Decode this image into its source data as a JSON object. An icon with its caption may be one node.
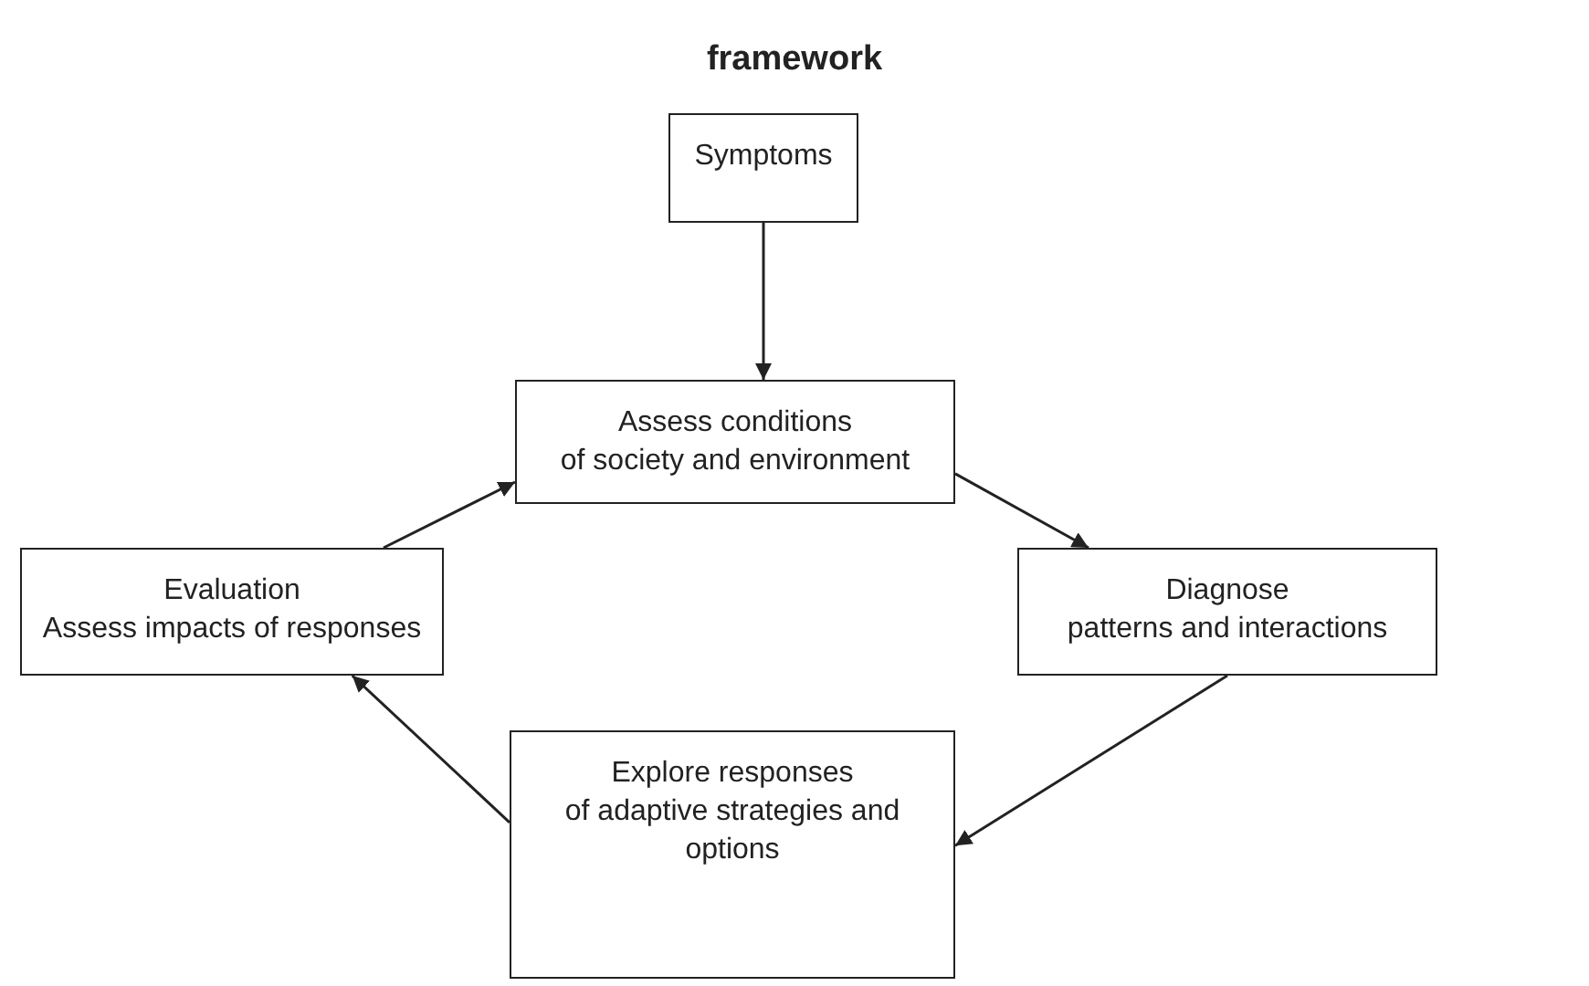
{
  "diagram": {
    "title": "framework",
    "nodes": [
      {
        "text": [
          "Symptoms"
        ]
      },
      {
        "text": [
          "Assess conditions",
          "of society and environment"
        ]
      },
      {
        "text": [
          "Evaluation",
          "Assess impacts of responses"
        ]
      },
      {
        "text": [
          "Diagnose",
          "patterns and interactions"
        ]
      },
      {
        "text": [
          "Explore responses",
          "of adaptive strategies and options"
        ]
      }
    ],
    "edges": [
      {
        "from": 0,
        "to": 1,
        "arrow": "to"
      },
      {
        "from": 1,
        "to": 3,
        "arrow": "to"
      },
      {
        "from": 3,
        "to": 4,
        "arrow": "to"
      },
      {
        "from": 4,
        "to": 2,
        "arrow": "to"
      },
      {
        "from": 2,
        "to": 1,
        "arrow": "to"
      }
    ]
  }
}
